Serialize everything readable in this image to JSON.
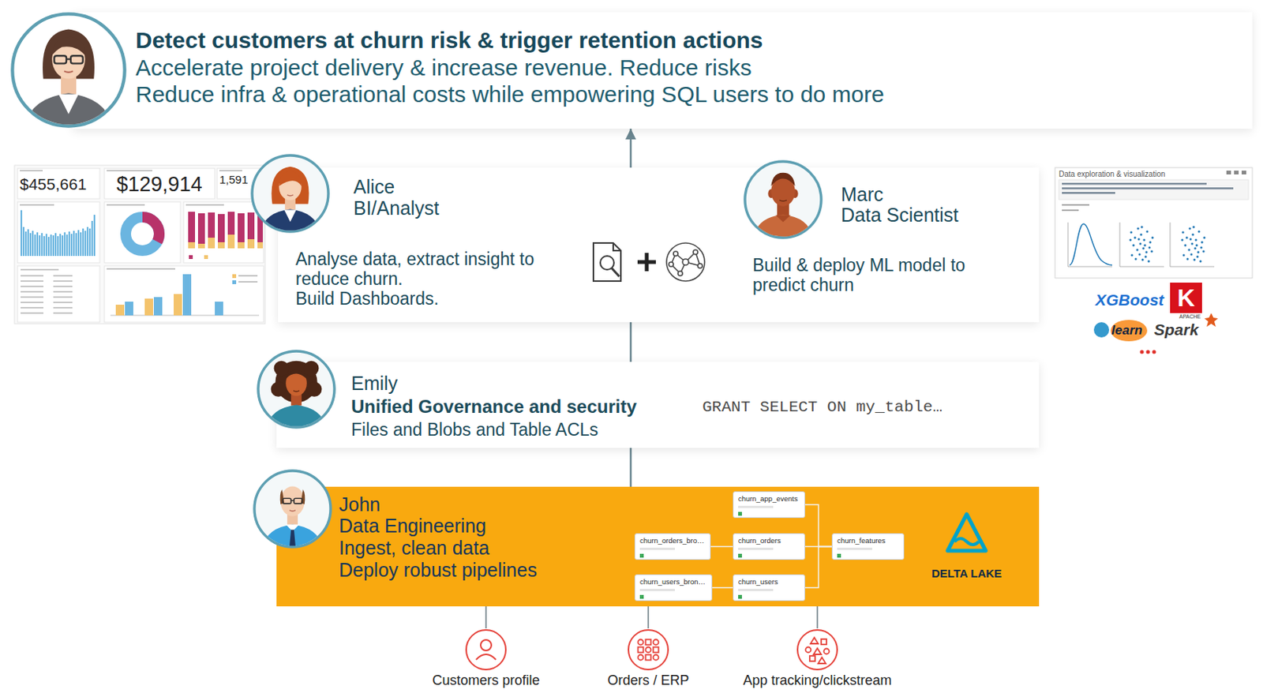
{
  "diagram": {
    "nodes": [
      {
        "text": [
          "Detect customers at churn risk & trigger retention actions",
          "Accelerate project delivery & increase revenue. Reduce risks",
          "Reduce infra & operational costs while empowering SQL users to do more"
        ]
      },
      {
        "text": [
          "Alice",
          "BI/Analyst",
          "Analyse data, extract insight to reduce churn.",
          "Build Dashboards.",
          "Marc",
          "Data Scientist",
          "Build & deploy ML model to predict churn"
        ]
      },
      {
        "text": [
          "Emily",
          "Unified Governance and security",
          "Files and Blobs and Table ACLs",
          "GRANT SELECT ON my_table…"
        ]
      },
      {
        "text": [
          "John",
          "Data Engineering",
          "Ingest, clean data",
          "Deploy robust pipelines"
        ]
      },
      {
        "text": [
          "churn_orders_bro…"
        ],
        "in": 3
      },
      {
        "text": [
          "churn_users_bron…"
        ],
        "in": 3
      },
      {
        "text": [
          "churn_app_events"
        ],
        "in": 3
      },
      {
        "text": [
          "churn_orders"
        ],
        "in": 3
      },
      {
        "text": [
          "churn_users"
        ],
        "in": 3
      },
      {
        "text": [
          "churn_features"
        ],
        "in": 3
      },
      {
        "text": [
          "Customers profile"
        ]
      },
      {
        "text": [
          "Orders / ERP"
        ]
      },
      {
        "text": [
          "App tracking/clickstream"
        ]
      }
    ],
    "edges": [
      {
        "from": 1,
        "to": 0,
        "arrow": "to"
      },
      {
        "from": 2,
        "to": 1,
        "arrow": "none"
      },
      {
        "from": 3,
        "to": 2,
        "arrow": "none"
      },
      {
        "from": 4,
        "to": 7,
        "arrow": "none"
      },
      {
        "from": 5,
        "to": 8,
        "arrow": "none"
      },
      {
        "from": 6,
        "to": 9,
        "arrow": "none"
      },
      {
        "from": 7,
        "to": 9,
        "arrow": "none"
      },
      {
        "from": 8,
        "to": 9,
        "arrow": "none"
      },
      {
        "from": 10,
        "to": 3,
        "arrow": "none"
      },
      {
        "from": 11,
        "to": 3,
        "arrow": "none"
      },
      {
        "from": 12,
        "to": 3,
        "arrow": "none"
      }
    ],
    "labels": [
      "$455,661",
      "$129,914",
      "1,591",
      "Data exploration & visualization",
      "XGBoost",
      "K",
      "learn",
      "APACHE",
      "Spark",
      "DELTA LAKE"
    ]
  }
}
